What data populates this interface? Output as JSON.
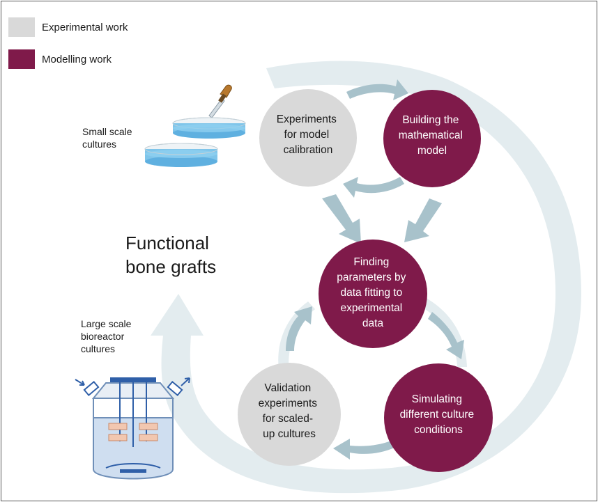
{
  "colors": {
    "experimental": "#d9d9d9",
    "modelling": "#7f1a4a",
    "big_arrow": "#e3ecef",
    "small_arrow": "#a8c2cb",
    "text_dark": "#1a1a1a",
    "text_light": "#ffffff"
  },
  "legend": {
    "experimental_label": "Experimental work",
    "modelling_label": "Modelling work"
  },
  "title": "Functional\nbone grafts",
  "small_scale_label": "Small scale\ncultures",
  "large_scale_label": "Large scale\nbioreactor\ncultures",
  "nodes": [
    {
      "id": "experiments",
      "type": "experimental",
      "lines": [
        "Experiments",
        "for model",
        "calibration"
      ]
    },
    {
      "id": "building",
      "type": "modelling",
      "lines": [
        "Building the",
        "mathematical",
        "model"
      ]
    },
    {
      "id": "finding",
      "type": "modelling",
      "lines": [
        "Finding",
        "parameters by",
        "data fitting to",
        "experimental",
        "data"
      ]
    },
    {
      "id": "simulating",
      "type": "modelling",
      "lines": [
        "Simulating",
        "different culture",
        "conditions"
      ]
    },
    {
      "id": "validation",
      "type": "experimental",
      "lines": [
        "Validation",
        "experiments",
        "for scaled-",
        "up cultures"
      ]
    }
  ],
  "icons": {
    "petri": "petri-dish-icon",
    "pipette": "pipette-icon",
    "bioreactor": "bioreactor-icon"
  }
}
